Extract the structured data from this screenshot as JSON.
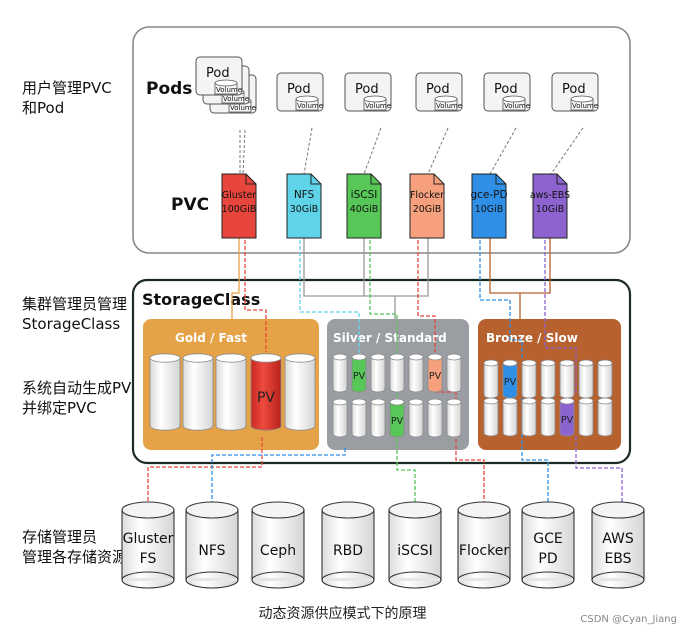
{
  "side_labels": {
    "user": [
      "用户管理PVC",
      "和Pod"
    ],
    "admin": [
      "集群管理员管理",
      "StorageClass"
    ],
    "auto": [
      "系统自动生成PV",
      "并绑定PVC"
    ],
    "storage": [
      "存储管理员",
      "管理各存储资源"
    ]
  },
  "pods_title": "Pods",
  "pvc_title": "PVC",
  "pod_label": "Pod",
  "volume_label": "Volume",
  "pvcs": [
    {
      "name": "Gluster",
      "size": "100GiB",
      "color": "#e8463c"
    },
    {
      "name": "NFS",
      "size": "30GiB",
      "color": "#5fd4e8"
    },
    {
      "name": "iSCSI",
      "size": "40GiB",
      "color": "#57c757"
    },
    {
      "name": "Flocker",
      "size": "20GiB",
      "color": "#f6a07e"
    },
    {
      "name": "gce-PD",
      "size": "10GiB",
      "color": "#2f8fe6"
    },
    {
      "name": "aws-EBS",
      "size": "10GiB",
      "color": "#8c63cf"
    }
  ],
  "storageclass_title": "StorageClass",
  "classes": [
    {
      "name": "Gold / Fast",
      "color": "#e6a246"
    },
    {
      "name": "Silver / Standard",
      "color": "#9a9ea3"
    },
    {
      "name": "Bronze / Slow",
      "color": "#b7612e"
    }
  ],
  "pv_label": "PV",
  "storages": [
    {
      "line1": "Gluster",
      "line2": "FS"
    },
    {
      "line1": "NFS",
      "line2": ""
    },
    {
      "line1": "Ceph",
      "line2": ""
    },
    {
      "line1": "RBD",
      "line2": ""
    },
    {
      "line1": "iSCSI",
      "line2": ""
    },
    {
      "line1": "Flocker",
      "line2": ""
    },
    {
      "line1": "GCE",
      "line2": "PD"
    },
    {
      "line1": "AWS",
      "line2": "EBS"
    }
  ],
  "caption": "动态资源供应模式下的原理",
  "watermark": "CSDN @Cyan_Jiang"
}
